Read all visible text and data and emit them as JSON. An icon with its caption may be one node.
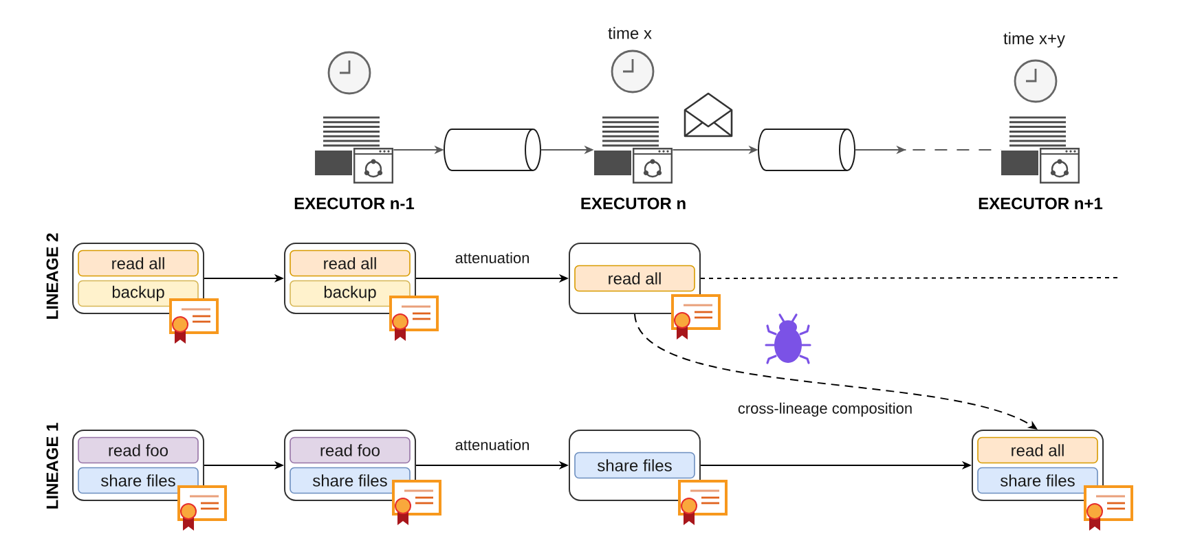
{
  "diagram": {
    "nodes": [
      {
        "text": [
          "EXECUTOR n-1"
        ]
      },
      {
        "text": [],
        "shape": "cylinder"
      },
      {
        "text": [
          "EXECUTOR n"
        ]
      },
      {
        "text": [],
        "shape": "cylinder"
      },
      {
        "text": [
          "EXECUTOR n+1"
        ]
      },
      {
        "text": [],
        "shape": "box"
      },
      {
        "text": [
          "read all"
        ],
        "in": 5
      },
      {
        "text": [
          "backup"
        ],
        "in": 5
      },
      {
        "text": [],
        "shape": "box"
      },
      {
        "text": [
          "read all"
        ],
        "in": 8
      },
      {
        "text": [
          "backup"
        ],
        "in": 8
      },
      {
        "text": [],
        "shape": "box"
      },
      {
        "text": [
          "read all"
        ],
        "in": 11
      },
      {
        "text": [],
        "shape": "box"
      },
      {
        "text": [
          "read foo"
        ],
        "in": 13
      },
      {
        "text": [
          "share files"
        ],
        "in": 13
      },
      {
        "text": [],
        "shape": "box"
      },
      {
        "text": [
          "read foo"
        ],
        "in": 16
      },
      {
        "text": [
          "share files"
        ],
        "in": 16
      },
      {
        "text": [],
        "shape": "box"
      },
      {
        "text": [
          "share files"
        ],
        "in": 19
      },
      {
        "text": [],
        "shape": "box"
      },
      {
        "text": [
          "read all"
        ],
        "in": 21
      },
      {
        "text": [
          "share files"
        ],
        "in": 21
      }
    ],
    "edges": [
      {
        "from": 0,
        "to": 1,
        "arrow": "to",
        "color": "#595959"
      },
      {
        "from": 1,
        "to": 2,
        "arrow": "to",
        "color": "#595959"
      },
      {
        "from": 2,
        "to": 3,
        "arrow": "to",
        "color": "#595959"
      },
      {
        "from": 3,
        "to": 4,
        "arrow": "to",
        "style": "dashed",
        "color": "#595959"
      },
      {
        "from": 5,
        "to": 8,
        "arrow": "to"
      },
      {
        "from": 8,
        "to": 11,
        "arrow": "to",
        "label": "attenuation"
      },
      {
        "from": 11,
        "to": null,
        "arrow": "none",
        "style": "dashed"
      },
      {
        "from": 11,
        "to": 21,
        "arrow": "to",
        "style": "dashed",
        "label": "cross-lineage composition"
      },
      {
        "from": 13,
        "to": 16,
        "arrow": "to"
      },
      {
        "from": 16,
        "to": 19,
        "arrow": "to",
        "label": "attenuation"
      },
      {
        "from": 19,
        "to": 21,
        "arrow": "to"
      }
    ],
    "labels": [
      "time x",
      "time x+y",
      "LINEAGE 2",
      "LINEAGE 1"
    ]
  }
}
